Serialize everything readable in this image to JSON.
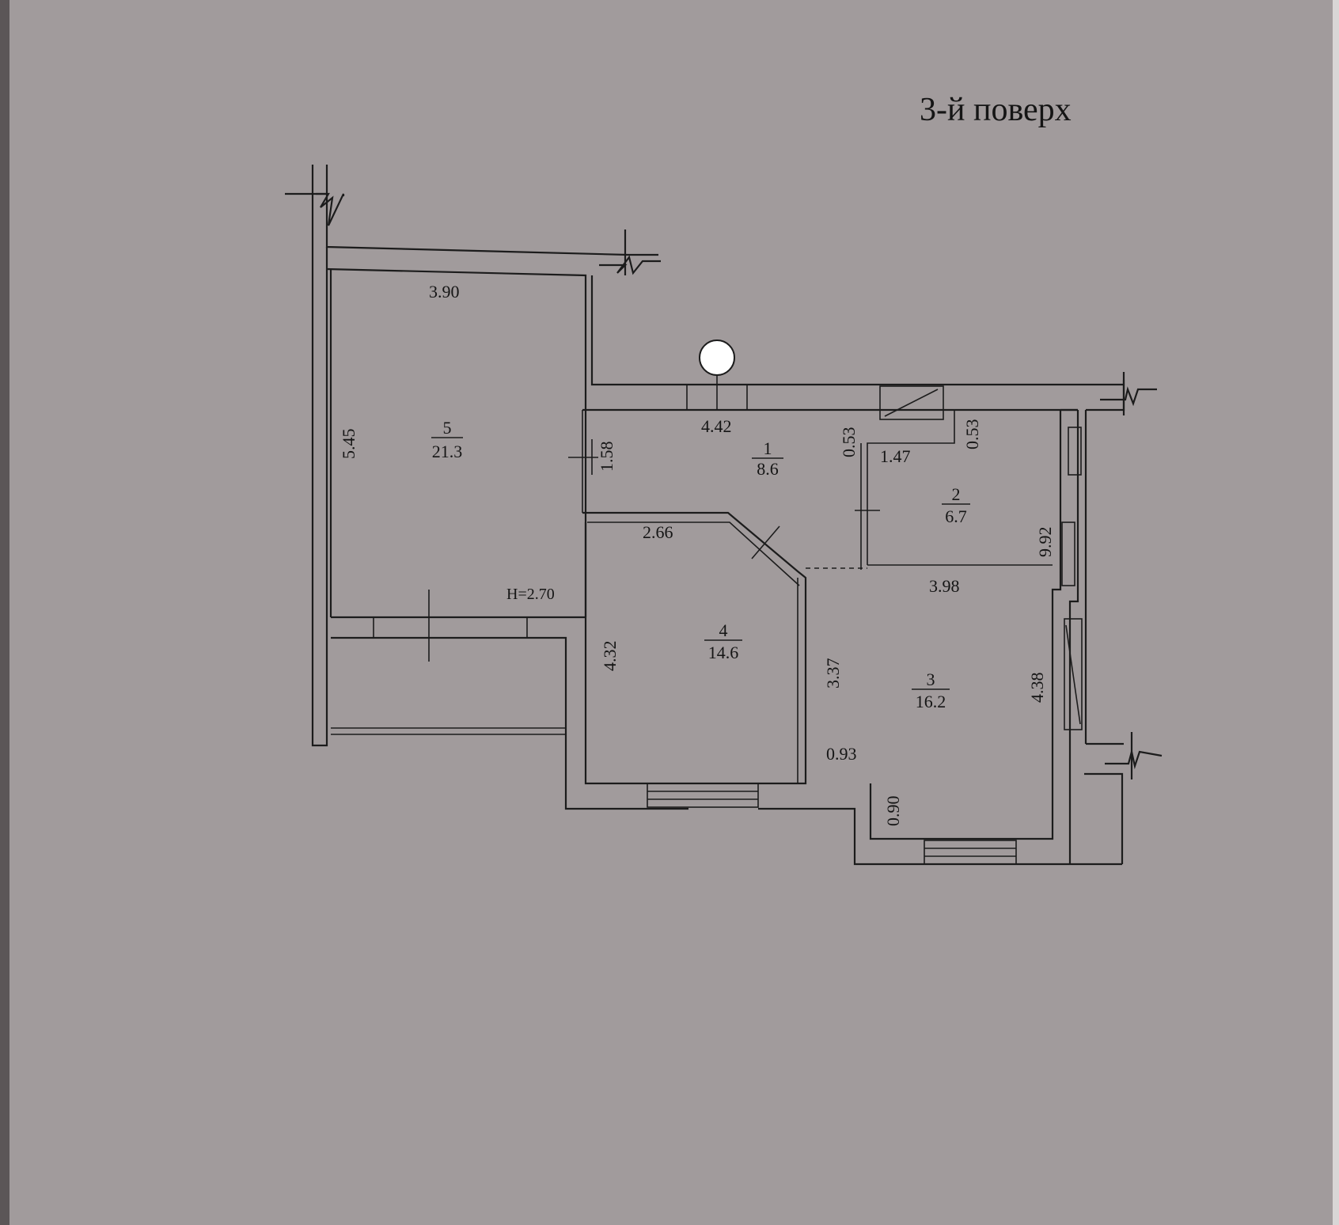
{
  "title": "3-й поверх",
  "height_label": "H=2.70",
  "rooms": [
    {
      "number": "1",
      "area": "8.6"
    },
    {
      "number": "2",
      "area": "6.7"
    },
    {
      "number": "3",
      "area": "16.2"
    },
    {
      "number": "4",
      "area": "14.6"
    },
    {
      "number": "5",
      "area": "21.3"
    }
  ],
  "dimensions": {
    "r5_width": "3.90",
    "r5_length": "5.45",
    "r1_width": "4.42",
    "r1_depth": "1.58",
    "r1_step": "0.53",
    "r2_width": "1.47",
    "r2_step": "0.53",
    "r2_length": "9.92",
    "r4_width": "2.66",
    "r4_length": "4.32",
    "r3_width": "3.98",
    "r3_left": "3.37",
    "r3_right": "4.38",
    "r3_bay_width": "0.93",
    "r3_bay_depth": "0.90"
  }
}
